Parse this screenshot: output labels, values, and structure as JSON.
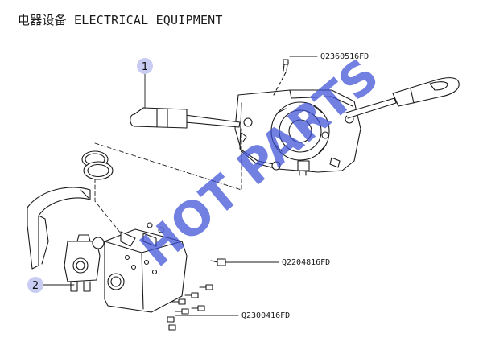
{
  "page": {
    "title": "电器设备 ELECTRICAL EQUIPMENT"
  },
  "callouts": [
    {
      "number": "1"
    },
    {
      "number": "2"
    }
  ],
  "parts": [
    {
      "code": "Q2360516FD"
    },
    {
      "code": "Q2204816FD"
    },
    {
      "code": "Q2300416FD"
    }
  ],
  "watermark": {
    "text": "HOT PARTS",
    "color": "#3a4fd6"
  },
  "colors": {
    "callout_fill": "#c9ccf2",
    "line": "#1a1a1a",
    "part_fill": "#ffffff"
  }
}
